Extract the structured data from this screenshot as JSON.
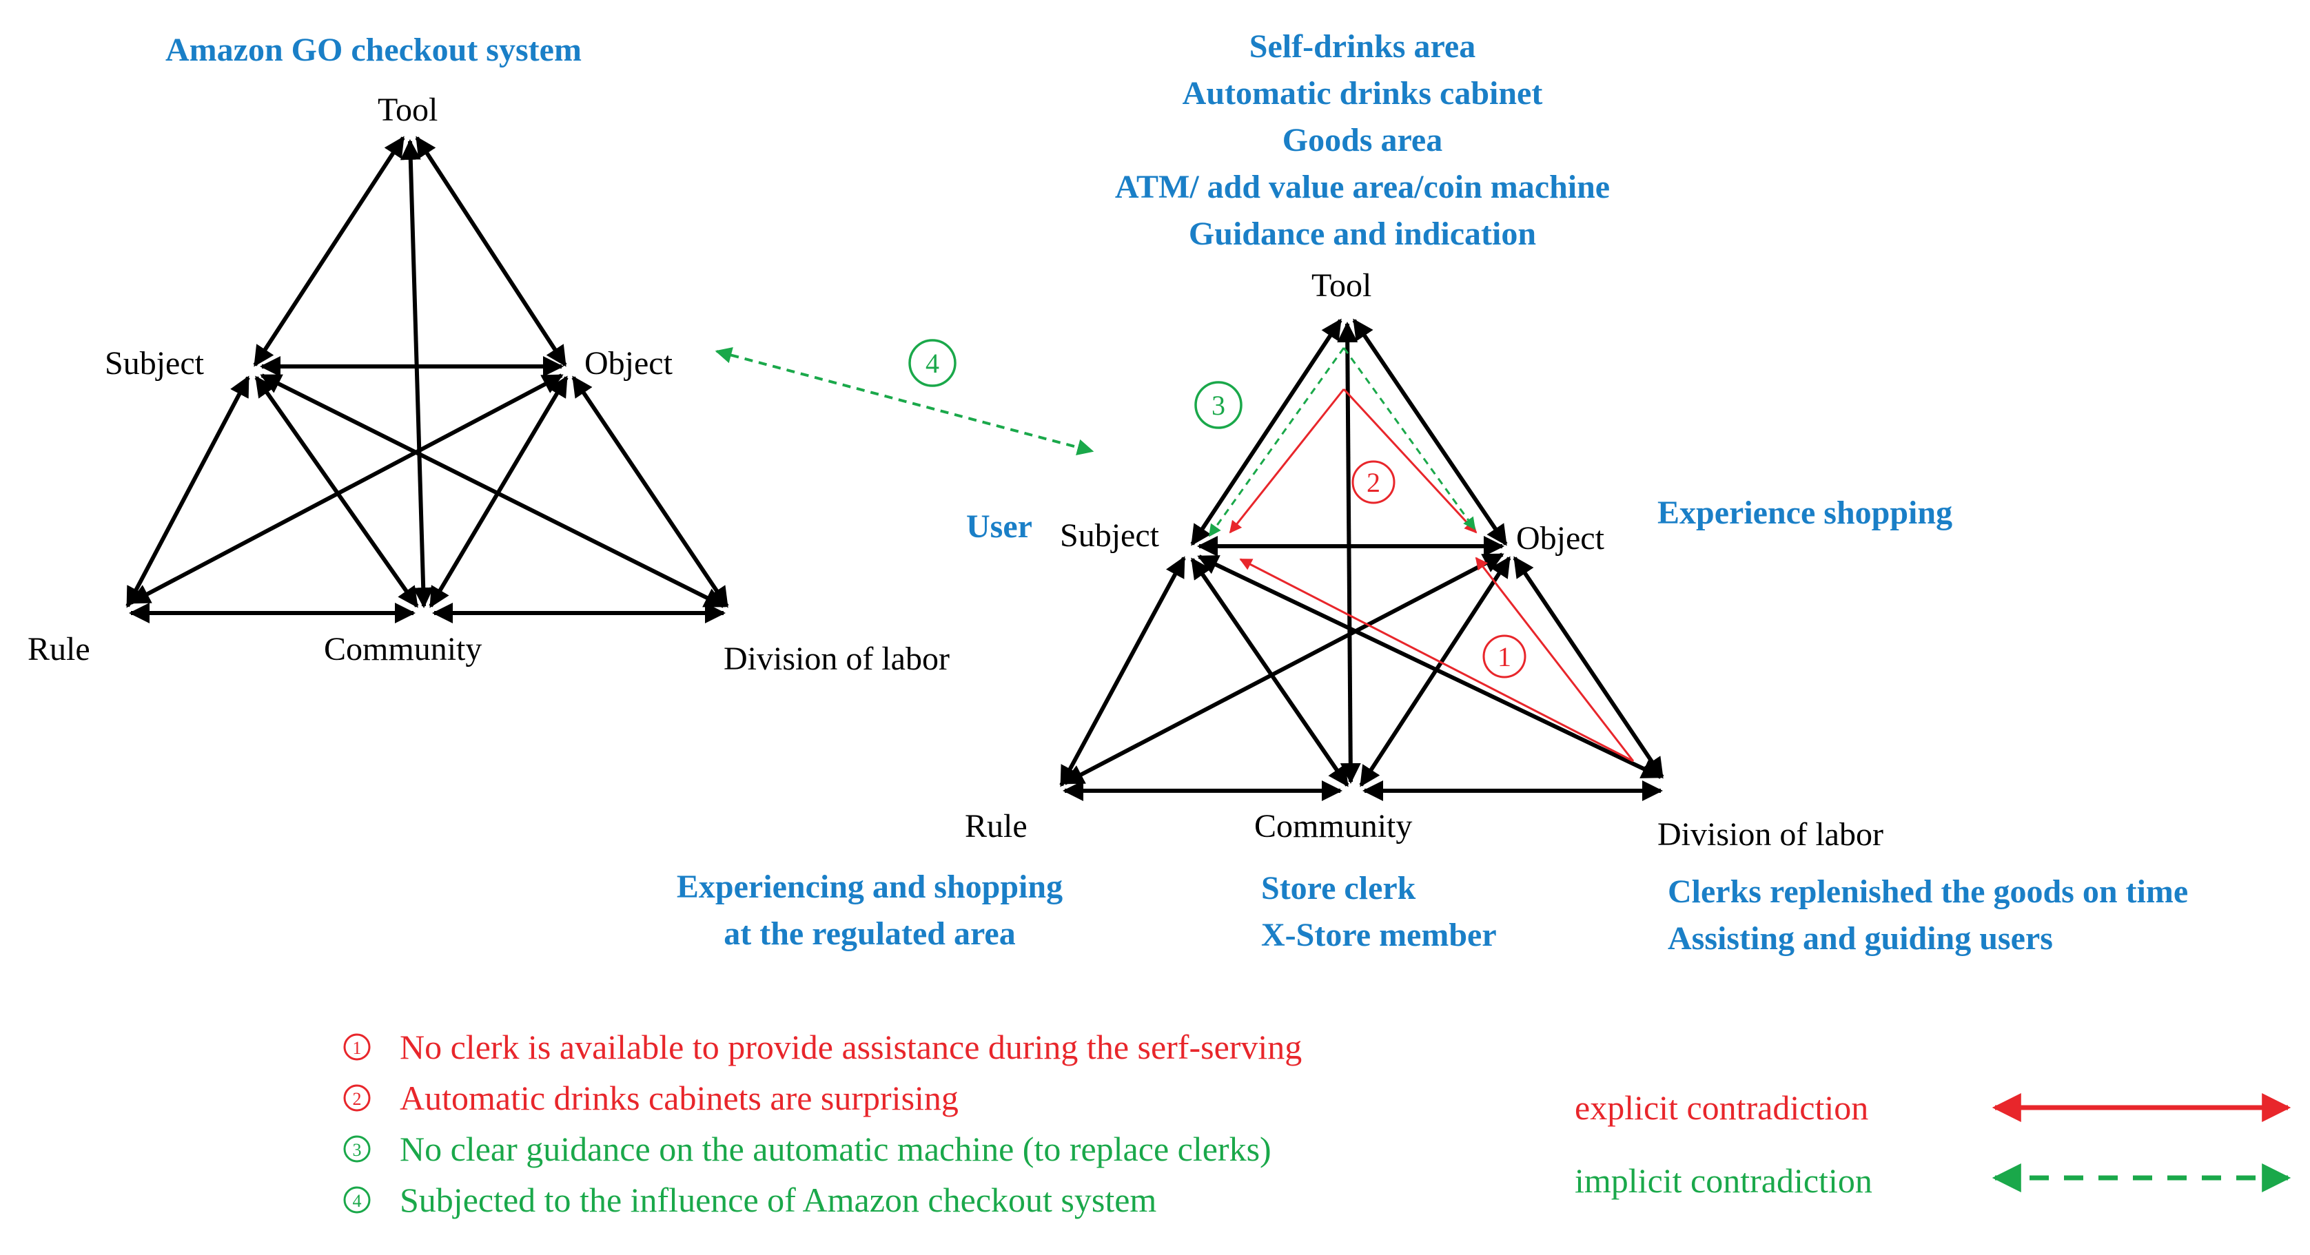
{
  "left": {
    "title": "Amazon GO checkout system",
    "nodes": {
      "tool": "Tool",
      "subject": "Subject",
      "object": "Object",
      "rule": "Rule",
      "community": "Community",
      "division": "Division of labor"
    }
  },
  "right": {
    "tool_notes": [
      "Self-drinks area",
      "Automatic drinks cabinet",
      "Goods area",
      "ATM/ add value area/coin machine",
      "Guidance and indication"
    ],
    "nodes": {
      "tool": "Tool",
      "subject": "Subject",
      "object": "Object",
      "rule": "Rule",
      "community": "Community",
      "division": "Division of labor"
    },
    "subject_note": "User",
    "object_note": "Experience shopping",
    "rule_notes": [
      "Experiencing and shopping",
      "at the regulated area"
    ],
    "community_notes": [
      "Store clerk",
      "X-Store member"
    ],
    "division_notes": [
      "Clerks replenished the goods on time",
      "Assisting and guiding users"
    ]
  },
  "markers": {
    "m1": "1",
    "m2": "2",
    "m3": "3",
    "m4": "4"
  },
  "legend_items": [
    {
      "num": "1",
      "text": "No clerk is available to provide assistance during the serf-serving",
      "color": "#e8262b"
    },
    {
      "num": "2",
      "text": "Automatic drinks cabinets are surprising",
      "color": "#e8262b"
    },
    {
      "num": "3",
      "text": "No clear guidance on the automatic machine (to replace clerks)",
      "color": "#1aa84a"
    },
    {
      "num": "4",
      "text": "Subjected to the influence of Amazon checkout system",
      "color": "#1aa84a"
    }
  ],
  "key": {
    "explicit": "explicit contradiction",
    "implicit": "implicit contradiction"
  },
  "colors": {
    "blue": "#1a7fc7",
    "red": "#e8262b",
    "green": "#1aa84a",
    "black": "#000000"
  }
}
